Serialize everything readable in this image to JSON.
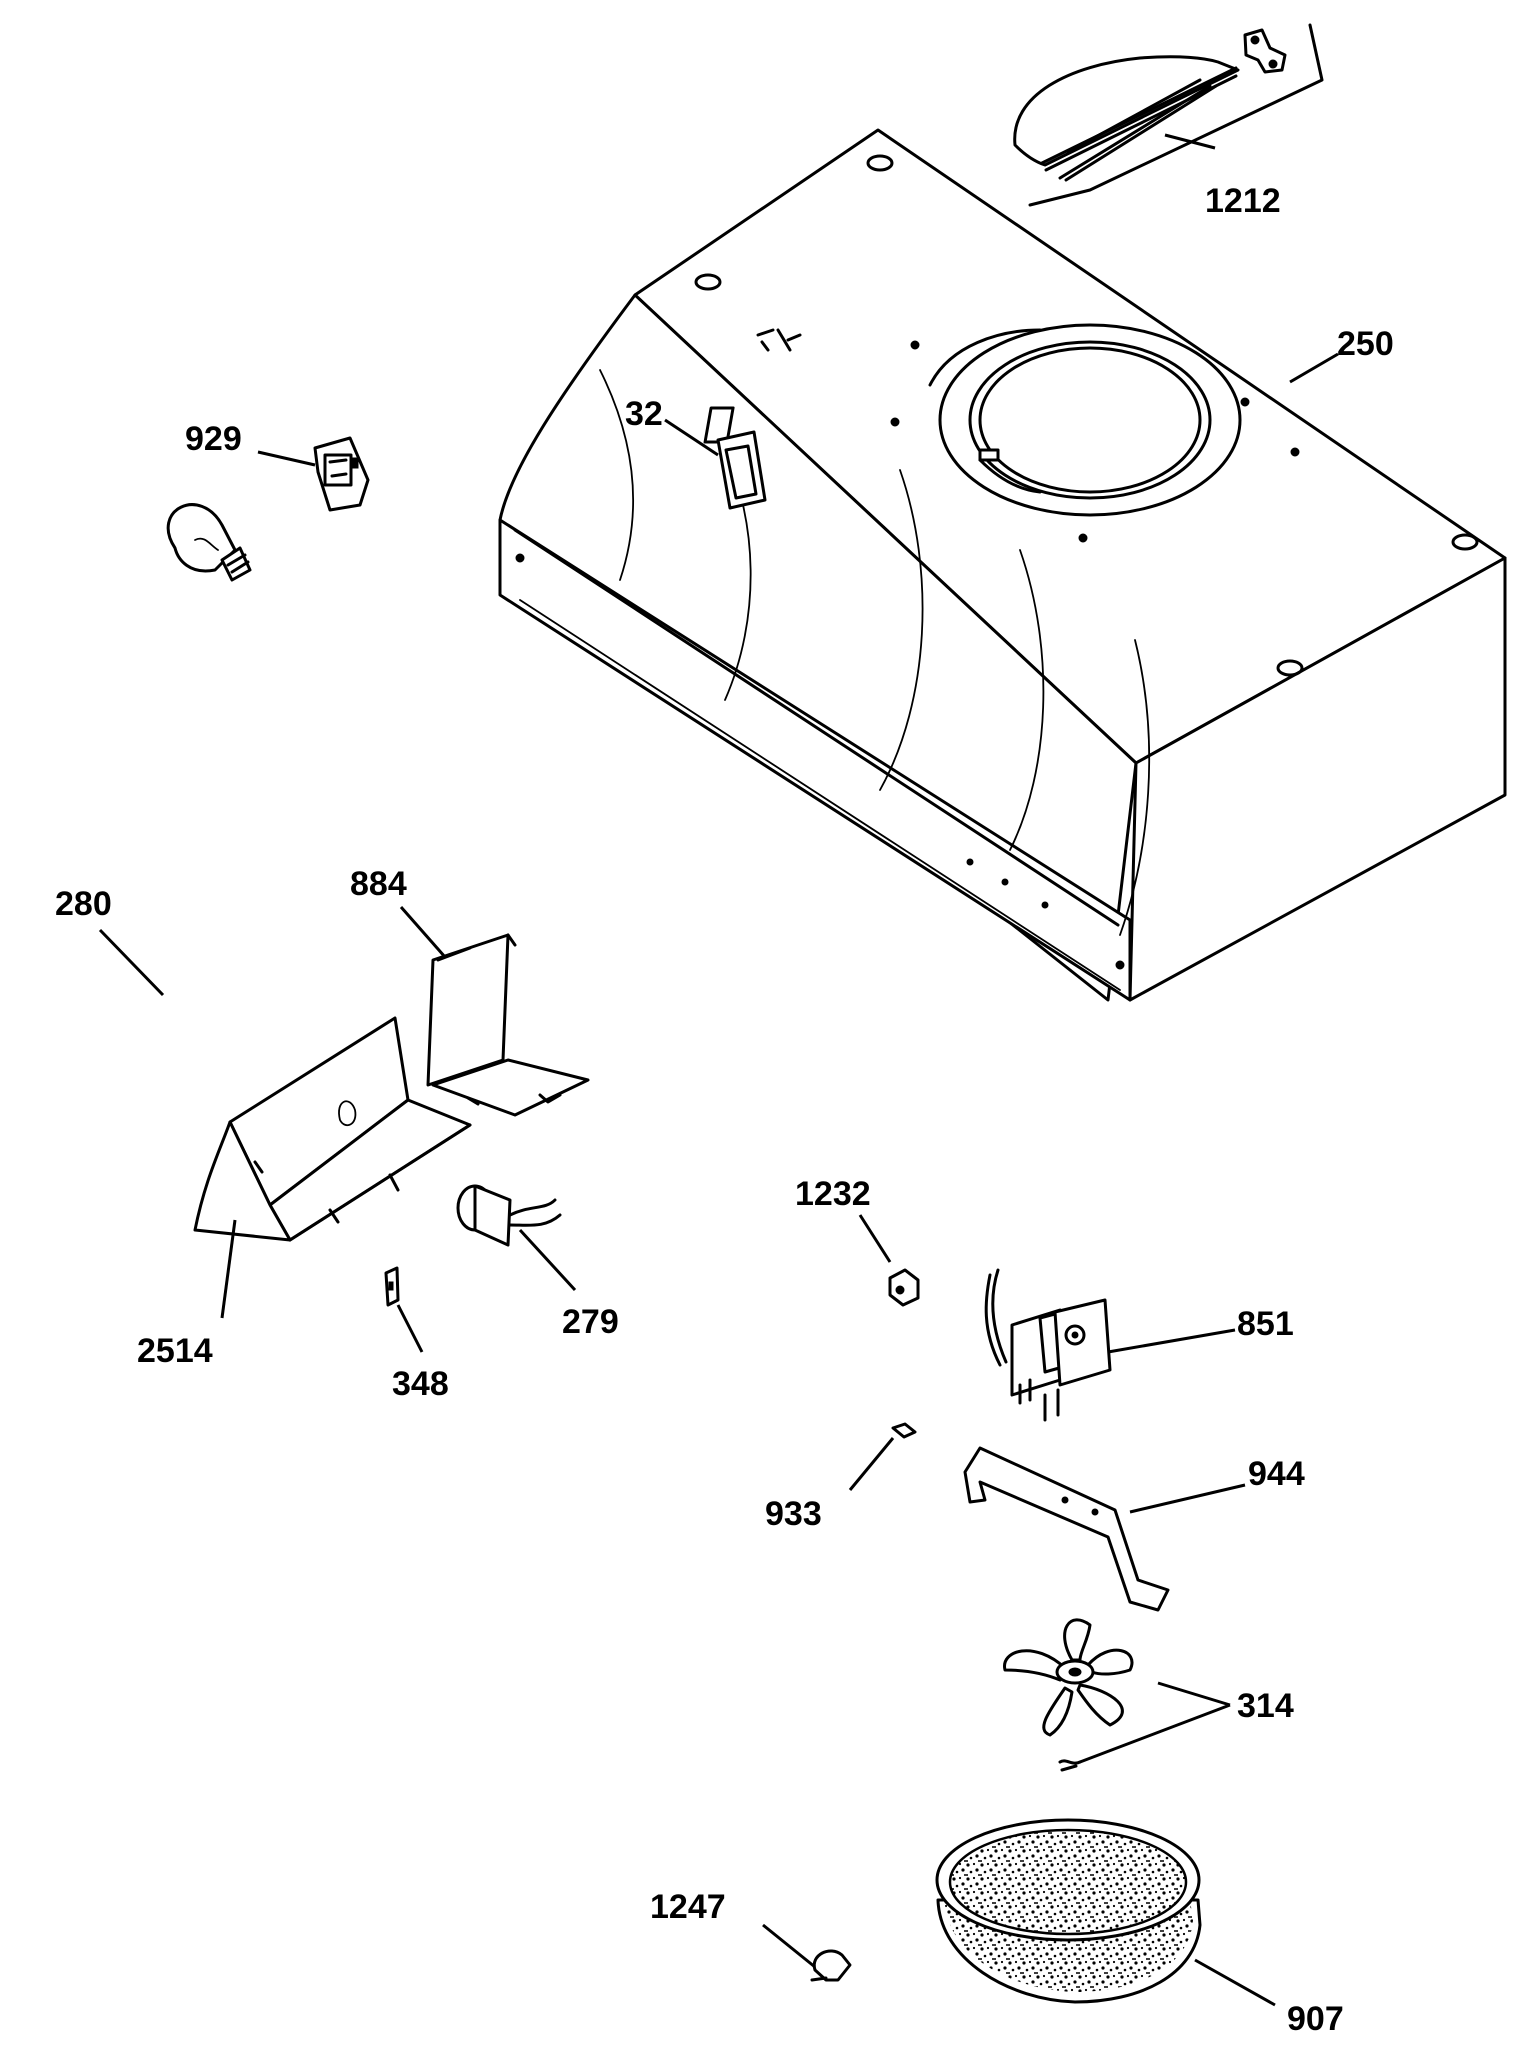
{
  "diagram": {
    "labels": {
      "hood": "250",
      "filter_clip_kit": "1212",
      "switch": "929",
      "switch_cutout": "32",
      "light_bulb": "280",
      "reflector": "884",
      "light_housing": "2514",
      "capacitor": "279",
      "clip": "348",
      "thermostat": "1232",
      "motor": "851",
      "nut": "933",
      "motor_bracket": "944",
      "fan_blade": "314",
      "grease_filter": "907",
      "knob": "1247"
    }
  }
}
